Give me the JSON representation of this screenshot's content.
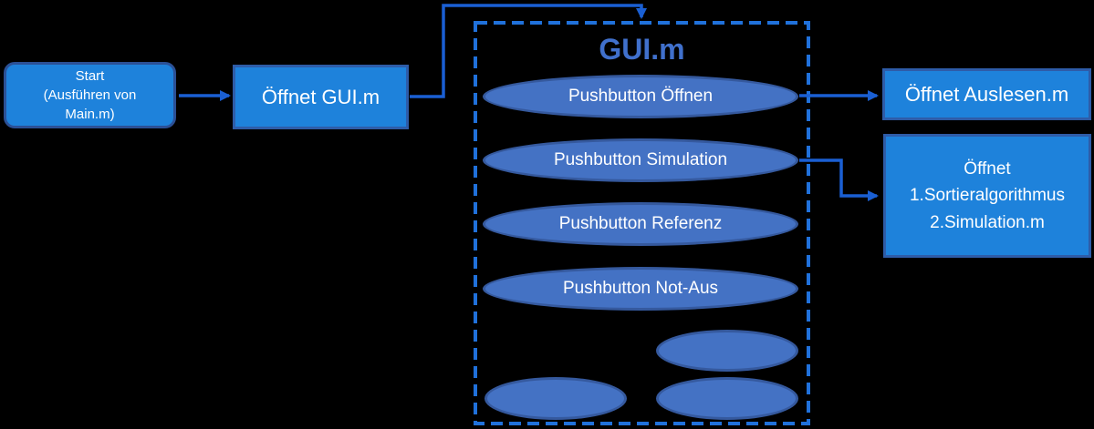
{
  "colors": {
    "background": "#000000",
    "process_fill": "#1E82DB",
    "process_border": "#2E5CA8",
    "start_border": "#2B5096",
    "ellipse_fill": "#4472C4",
    "ellipse_border": "#35599E",
    "connector": "#1A5FD3",
    "container_dash": "#2071DB",
    "title_color": "#4070CC",
    "text_color": "#FFFFFF"
  },
  "nodes": {
    "start": {
      "line1": "Start",
      "line2": "(Ausführen von",
      "line3": "Main.m)"
    },
    "open_gui": {
      "label": "Öffnet GUI.m"
    },
    "gui": {
      "title": "GUI.m",
      "buttons": [
        {
          "label": "Pushbutton Öffnen"
        },
        {
          "label": "Pushbutton Simulation"
        },
        {
          "label": "Pushbutton Referenz"
        },
        {
          "label": "Pushbutton Not-Aus"
        }
      ]
    },
    "open_auslesen": {
      "label": "Öffnet Auslesen.m"
    },
    "open_sort_sim": {
      "line1": "Öffnet",
      "line2": "1.Sortieralgorithmus",
      "line3": "2.Simulation.m"
    }
  }
}
